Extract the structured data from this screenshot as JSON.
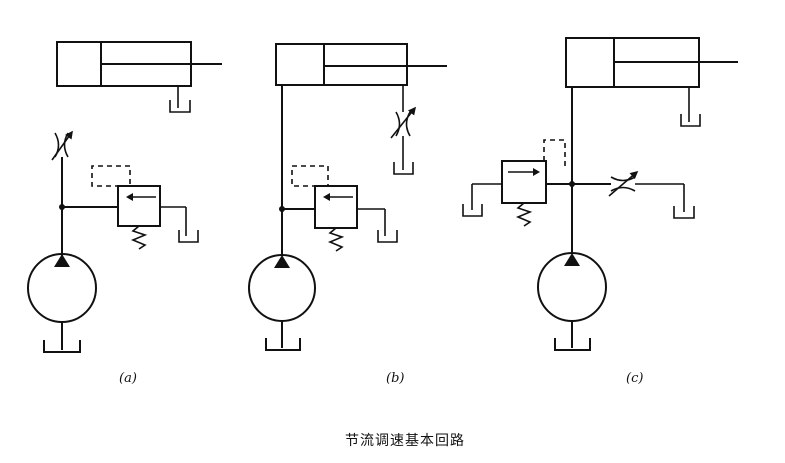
{
  "labels": {
    "a": "(a)",
    "b": "(b)",
    "c": "(c)"
  },
  "caption": "节流调速基本回路"
}
